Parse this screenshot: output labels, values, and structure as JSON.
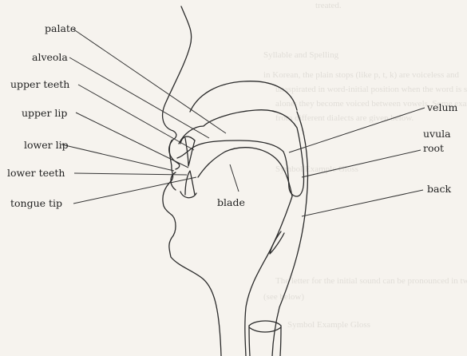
{
  "labels": {
    "palate": "palate",
    "alveola": "alveola",
    "upper_teeth": "upper teeth",
    "upper_lip": "upper lip",
    "lower_lip": "lower lip",
    "lower_teeth": "lower teeth",
    "tongue_tip": "tongue tip",
    "blade": "blade",
    "velum": "velum",
    "uvula": "uvula",
    "root": "root",
    "back": "back"
  },
  "background_text": {
    "line1": "treated.",
    "line2": "Syllable and Spelling",
    "line3": "in Korean, the plain stops (like p, t, k) are voiceless and",
    "line4": "unaspirated in word-initial position when the word is spoken",
    "line5": "alone; they become voiced between vowels. Some examples",
    "line6": "from different dialects are given below.",
    "line7": "Symbol    Example    Gloss",
    "line8": "The letter for the initial sound can be pronounced in two ways",
    "line9": "(see below)",
    "line10": "Symbol    Example    Gloss"
  }
}
